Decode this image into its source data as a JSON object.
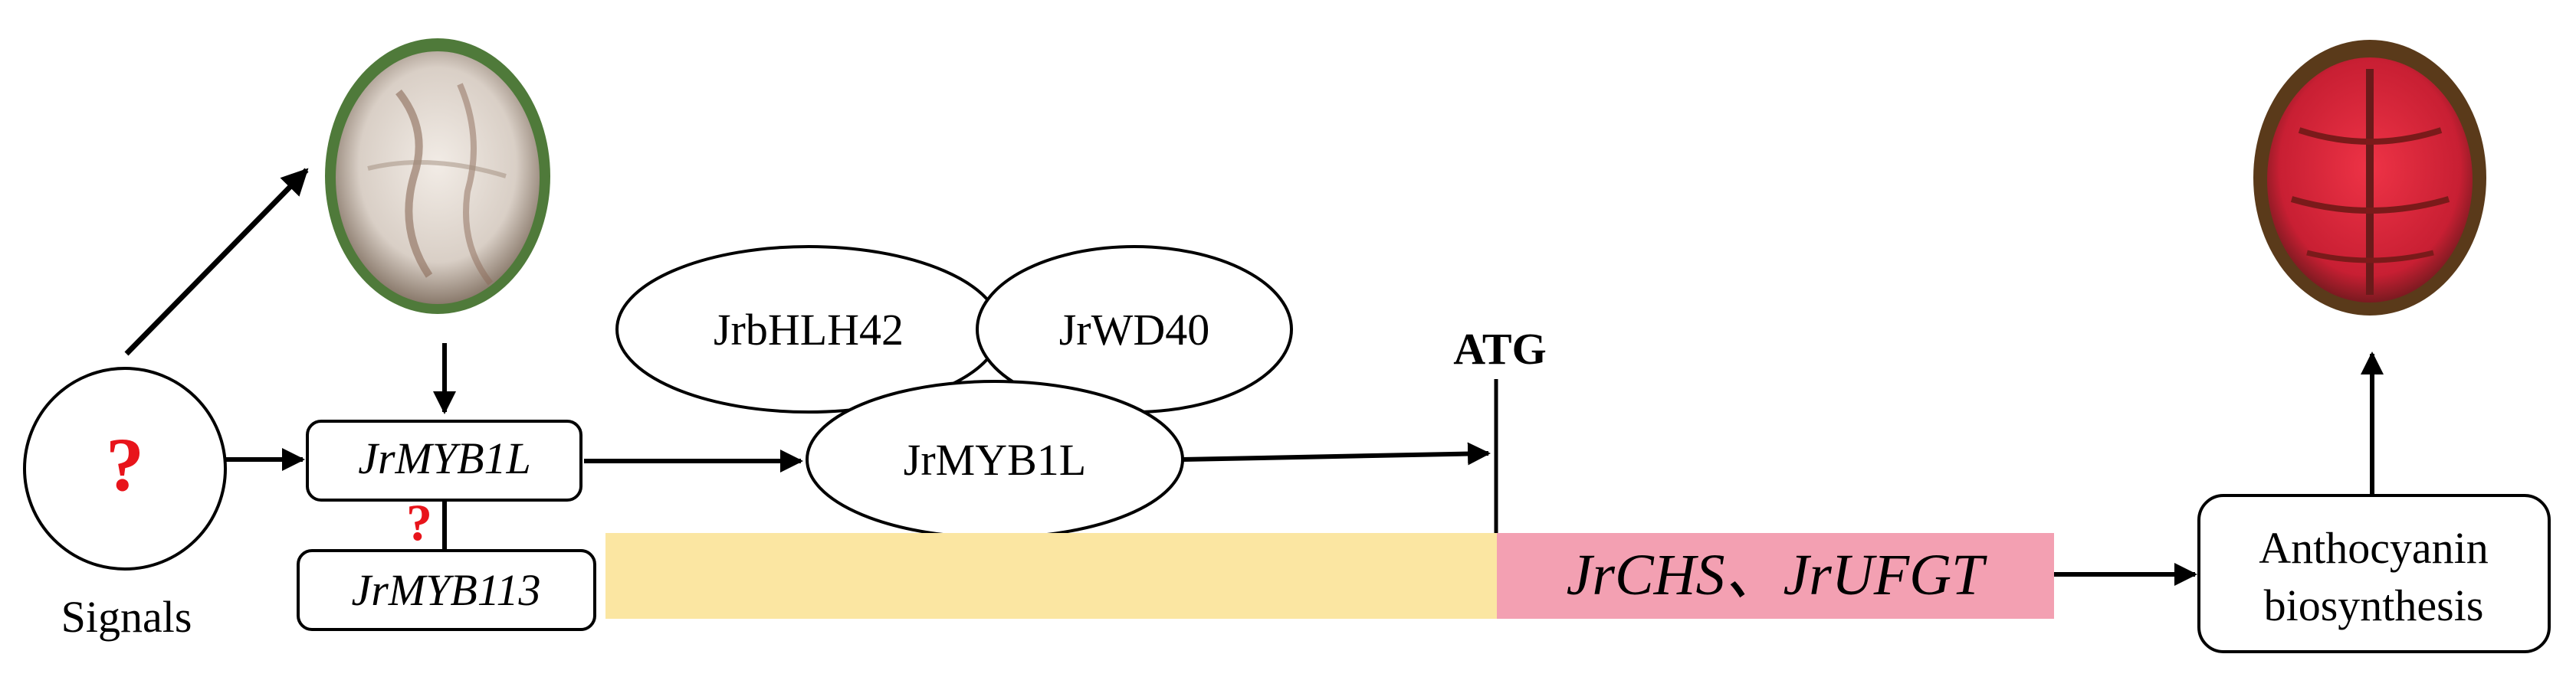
{
  "signals": {
    "question_mark": "?",
    "label": "Signals"
  },
  "genes": {
    "myb1l": "JrMYB1L",
    "myb113": "JrMYB113",
    "interaction_question": "?"
  },
  "complex": {
    "bhlh": "JrbHLH42",
    "wd40": "JrWD40",
    "myb1l_protein": "JrMYB1L"
  },
  "promoter": {
    "atg_label": "ATG"
  },
  "targets": {
    "label": "JrCHS、JrUFGT"
  },
  "output": {
    "line1": "Anthocyanin",
    "line2": "biosynthesis"
  },
  "colors": {
    "promoter_bar": "#fbe6a2",
    "gene_bar": "#f3a0b2",
    "question_red": "#e8141b",
    "stroke": "#000000",
    "walnut_green": "#4f7a3a",
    "walnut_flesh": "#e6ddd5",
    "kernel_red": "#d8263a",
    "shell_brown": "#5a3a1a"
  },
  "icons": {
    "green_walnut": "walnut-white-kernel-photo",
    "red_walnut": "walnut-red-kernel-photo"
  }
}
